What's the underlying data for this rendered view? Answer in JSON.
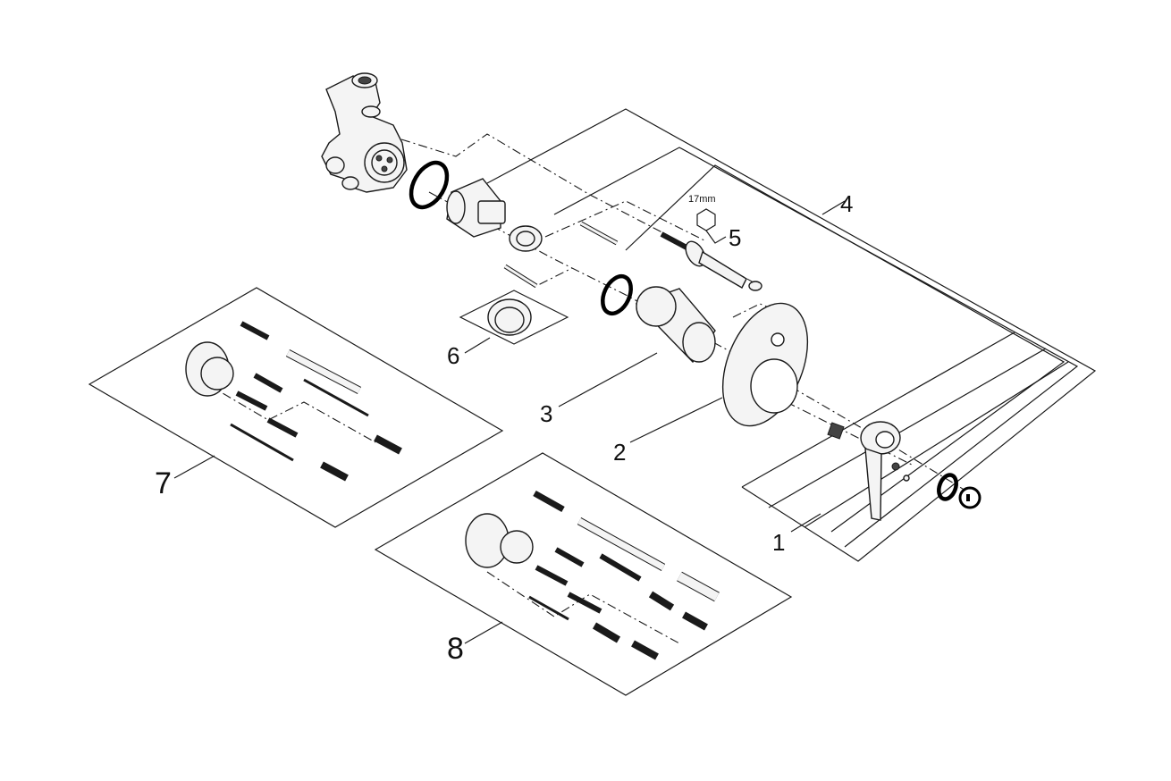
{
  "callouts": {
    "c1": "1",
    "c2": "2",
    "c3": "3",
    "c4": "4",
    "c5": "5",
    "c6": "6",
    "c7": "7",
    "c8": "8"
  },
  "wrench_size": "17mm",
  "colors": {
    "line": "#1a1a1a",
    "background": "#ffffff"
  }
}
